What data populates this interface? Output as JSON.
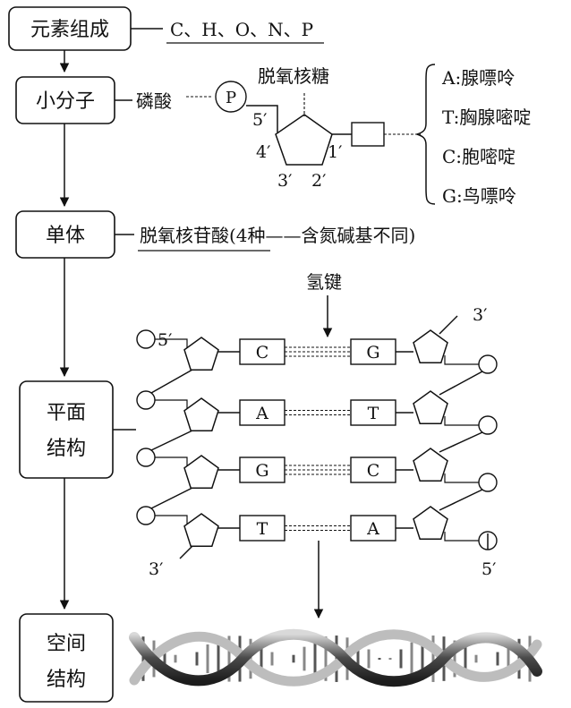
{
  "flow": {
    "elements": "元素组成",
    "elements_value": "C、H、O、N、P",
    "small_molecule": "小分子",
    "phosphate": "磷酸",
    "phosphate_symbol": "P",
    "sugar": "脱氧核糖",
    "carbon_labels": [
      "5′",
      "4′",
      "3′",
      "2′",
      "1′"
    ],
    "bases": [
      "A:腺嘌呤",
      "T:胸腺嘧啶",
      "C:胞嘧啶",
      "G:鸟嘌呤"
    ],
    "monomer": "单体",
    "monomer_value": "脱氧核苷酸(4种——含氮碱基不同)",
    "planar_line1": "平面",
    "planar_line2": "结构",
    "spatial_line1": "空间",
    "spatial_line2": "结构"
  },
  "strand": {
    "hydrogen_bond": "氢键",
    "left_top_end": "5′",
    "left_bottom_end": "3′",
    "right_top_end": "3′",
    "right_bottom_end": "5′",
    "pairs": [
      {
        "left": "C",
        "right": "G",
        "bonds": 3
      },
      {
        "left": "A",
        "right": "T",
        "bonds": 2
      },
      {
        "left": "G",
        "right": "C",
        "bonds": 3
      },
      {
        "left": "T",
        "right": "A",
        "bonds": 2
      }
    ]
  },
  "colors": {
    "helix_dark": "#2b2b2b",
    "helix_light": "#bdbdbd"
  }
}
